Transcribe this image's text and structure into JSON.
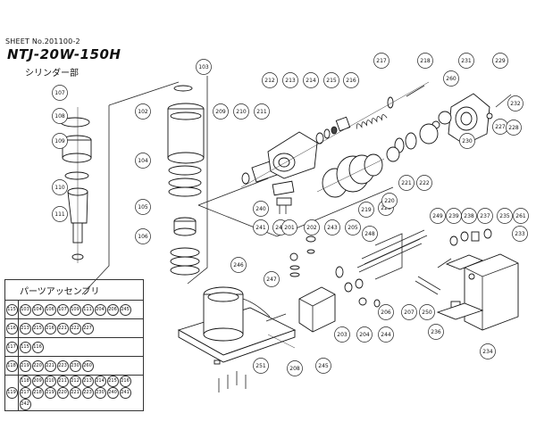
{
  "header": {
    "sheet_no": "SHEET No.201100-2",
    "model": "NTJ-20W-150H",
    "subtitle": "シリンダー部"
  },
  "callouts": [
    "103",
    "107",
    "108",
    "109",
    "110",
    "111",
    "102",
    "104",
    "105",
    "106",
    "209",
    "210",
    "211",
    "212",
    "213",
    "214",
    "215",
    "216",
    "217",
    "218",
    "231",
    "229",
    "260",
    "232",
    "227",
    "228",
    "230",
    "221",
    "222",
    "223",
    "219",
    "220",
    "240",
    "241",
    "242",
    "201",
    "202",
    "243",
    "205",
    "248",
    "249",
    "239",
    "238",
    "237",
    "235",
    "261",
    "233",
    "246",
    "247",
    "203",
    "204",
    "244",
    "206",
    "207",
    "250",
    "236",
    "234",
    "208",
    "245",
    "251"
  ],
  "assembly_table": {
    "header": "パーツアッセンブリ",
    "rows": [
      {
        "no": "115",
        "parts": [
          "103",
          "104",
          "106",
          "107",
          "109",
          "111",
          "204",
          "206",
          "245"
        ]
      },
      {
        "no": "116",
        "parts": [
          "213",
          "215",
          "216",
          "221",
          "222",
          "227"
        ]
      },
      {
        "no": "117",
        "parts": [
          "115",
          "116"
        ]
      },
      {
        "no": "118",
        "parts": [
          "219",
          "220",
          "221",
          "223",
          "230",
          "260"
        ]
      },
      {
        "no": "119",
        "parts": [
          "118",
          "209",
          "210",
          "211",
          "212",
          "213",
          "214",
          "215",
          "216",
          "217",
          "218",
          "219",
          "220",
          "221",
          "223",
          "230",
          "240",
          "241",
          "242"
        ]
      }
    ]
  }
}
